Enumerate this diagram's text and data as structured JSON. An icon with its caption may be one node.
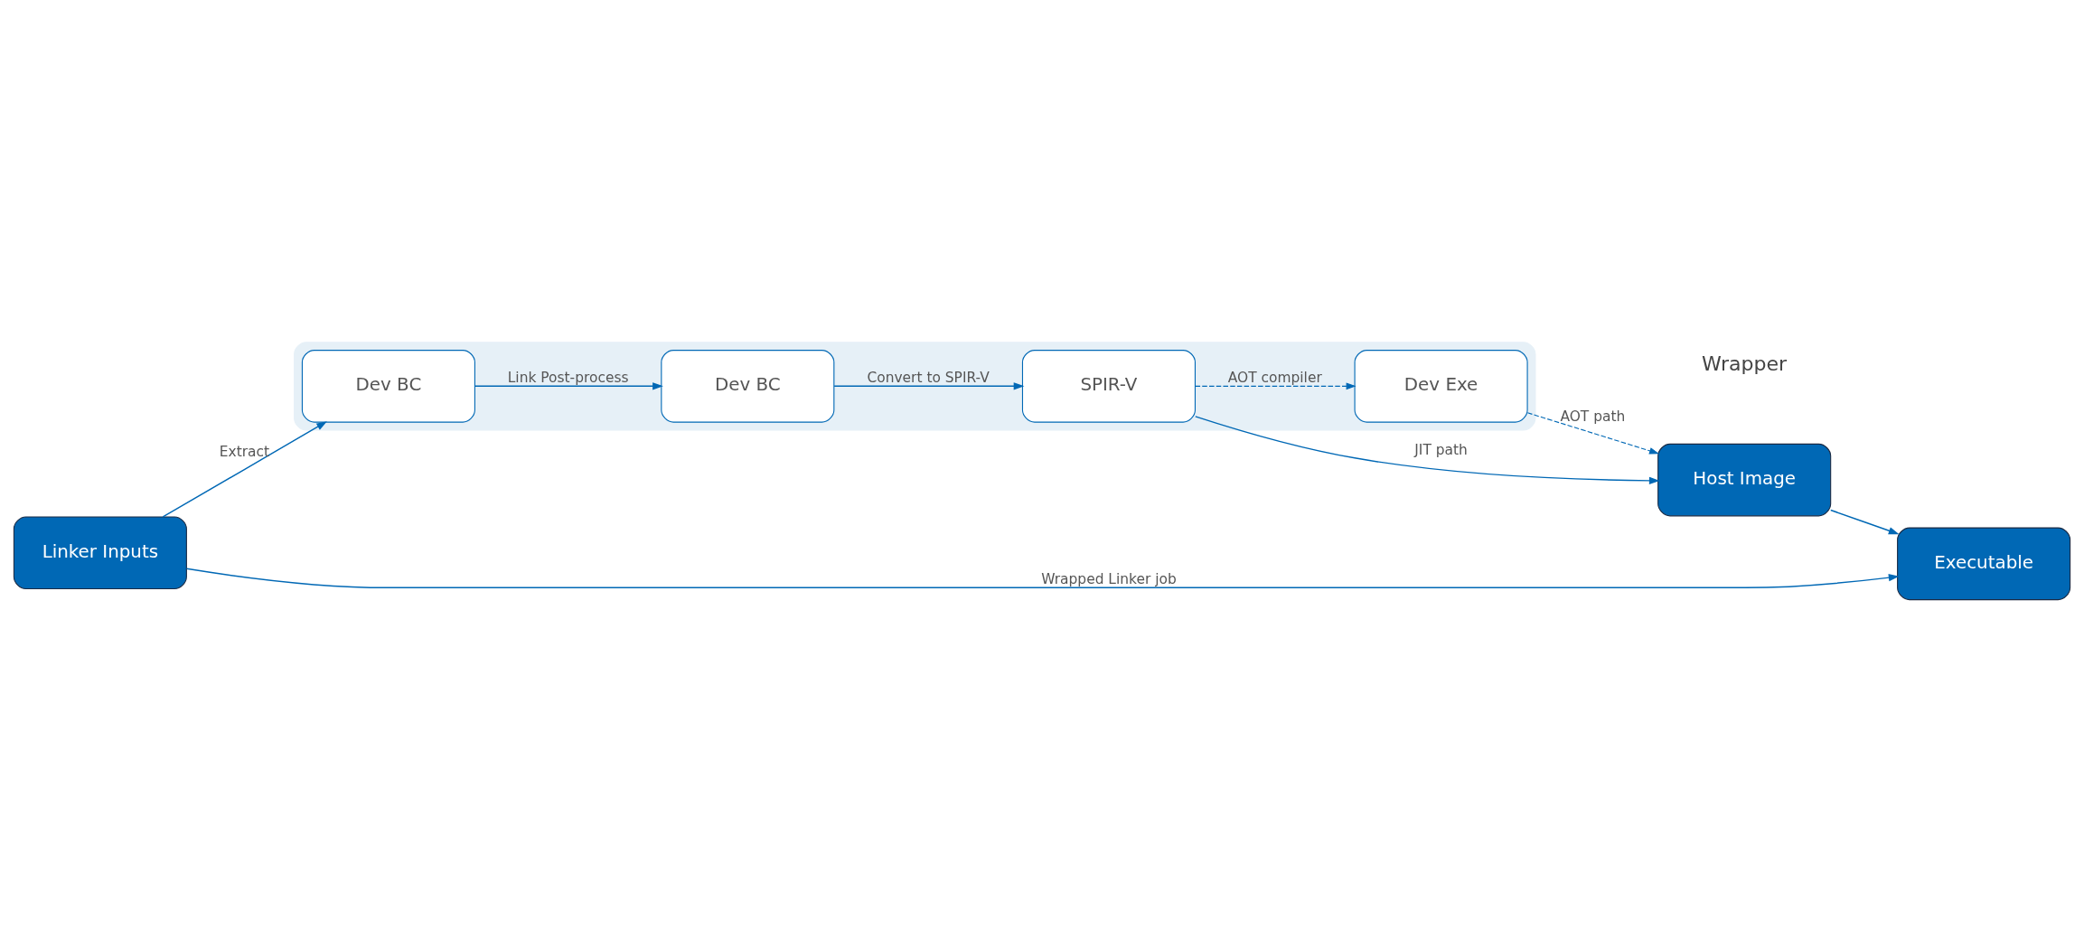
{
  "diagram": {
    "nodes": [
      {
        "text": [],
        "shape": "box"
      },
      {
        "text": [
          "Dev BC"
        ],
        "in": 0
      },
      {
        "text": [
          "SPIR-V"
        ],
        "in": 0
      },
      {
        "text": [
          "Dev BC"
        ],
        "in": 0
      },
      {
        "text": [
          "Dev Exe"
        ],
        "in": 0
      },
      {
        "text": [
          "Host Image"
        ]
      },
      {
        "text": [
          "Linker Inputs"
        ]
      },
      {
        "text": [
          "Executable"
        ]
      }
    ],
    "edges": [
      {
        "from": 6,
        "to": 3,
        "arrow": "to",
        "label": "Extract"
      },
      {
        "from": 3,
        "to": 1,
        "arrow": "to",
        "label": "Link Post-process"
      },
      {
        "from": 1,
        "to": 2,
        "arrow": "to",
        "label": "Convert to SPIR-V"
      },
      {
        "from": 2,
        "to": 4,
        "arrow": "to",
        "label": "AOT compiler",
        "style": "dashed"
      },
      {
        "from": 2,
        "to": 5,
        "arrow": "to",
        "label": "JIT path"
      },
      {
        "from": 4,
        "to": 5,
        "arrow": "to",
        "label": "AOT path",
        "style": "dashed"
      },
      {
        "from": 6,
        "to": 7,
        "arrow": "to",
        "label": "Wrapped Linker job"
      },
      {
        "from": 5,
        "to": 7,
        "arrow": "to"
      }
    ],
    "labels": [
      "Wrapper"
    ]
  }
}
